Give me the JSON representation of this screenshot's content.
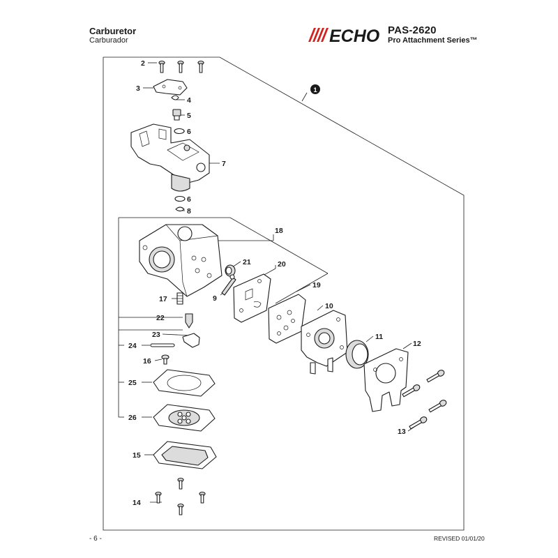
{
  "header": {
    "title": "Carburetor",
    "subtitle": "Carburador",
    "brand": "ECHO",
    "model": "PAS-2620",
    "series": "Pro Attachment Series™"
  },
  "footer": {
    "page": "- 6 -",
    "revised": "REVISED 01/01/20"
  },
  "callouts": {
    "c1": "1",
    "c2": "2",
    "c3": "3",
    "c4": "4",
    "c5": "5",
    "c6a": "6",
    "c6b": "6",
    "c7": "7",
    "c8": "8",
    "c9": "9",
    "c10": "10",
    "c11": "11",
    "c12": "12",
    "c13": "13",
    "c14": "14",
    "c15": "15",
    "c16": "16",
    "c17": "17",
    "c18": "18",
    "c19": "19",
    "c20": "20",
    "c21": "21",
    "c22": "22",
    "c23": "23",
    "c24": "24",
    "c25": "25",
    "c26": "26"
  },
  "colors": {
    "brand_red": "#d3231f",
    "ink": "#1a1a1a"
  }
}
